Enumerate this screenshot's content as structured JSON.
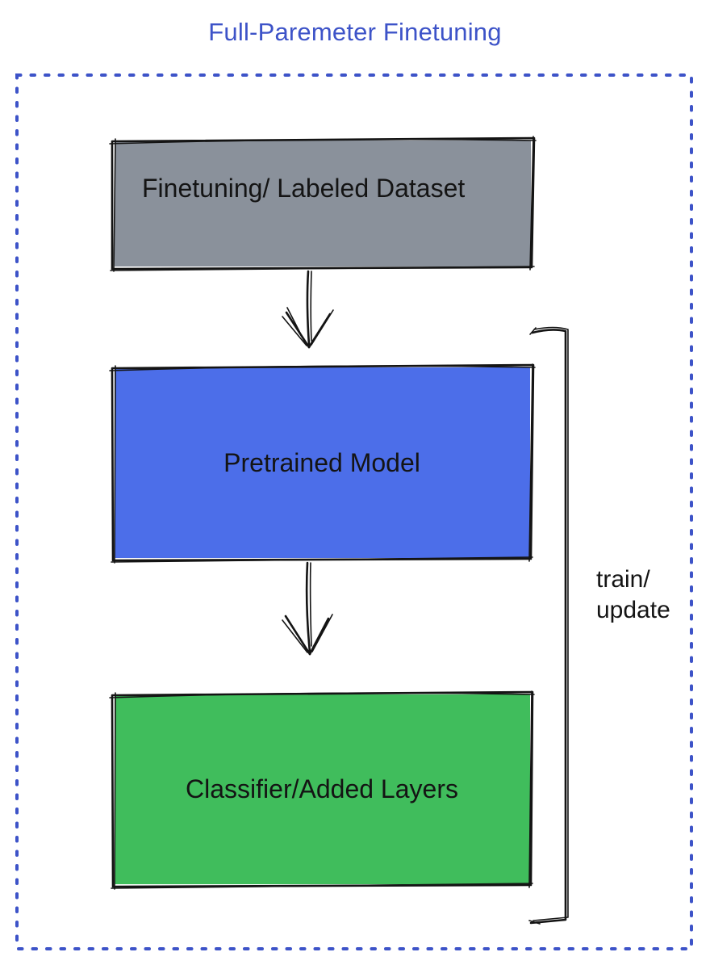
{
  "title": {
    "text": "Full-Paremeter Finetuning"
  },
  "colors": {
    "accent": "#3d53c8",
    "boxGray": "#8a919b",
    "boxBlue": "#4c6ee9",
    "boxGreen": "#40bd5c",
    "ink": "#141414"
  },
  "boxes": [
    {
      "id": "dataset",
      "label": "Finetuning/ Labeled Dataset",
      "color": "#8a919b"
    },
    {
      "id": "pretrained",
      "label": "Pretrained Model",
      "color": "#4c6ee9"
    },
    {
      "id": "classifier",
      "label": "Classifier/Added Layers",
      "color": "#40bd5c"
    }
  ],
  "annotations": {
    "train_update": "train/\nupdate"
  }
}
